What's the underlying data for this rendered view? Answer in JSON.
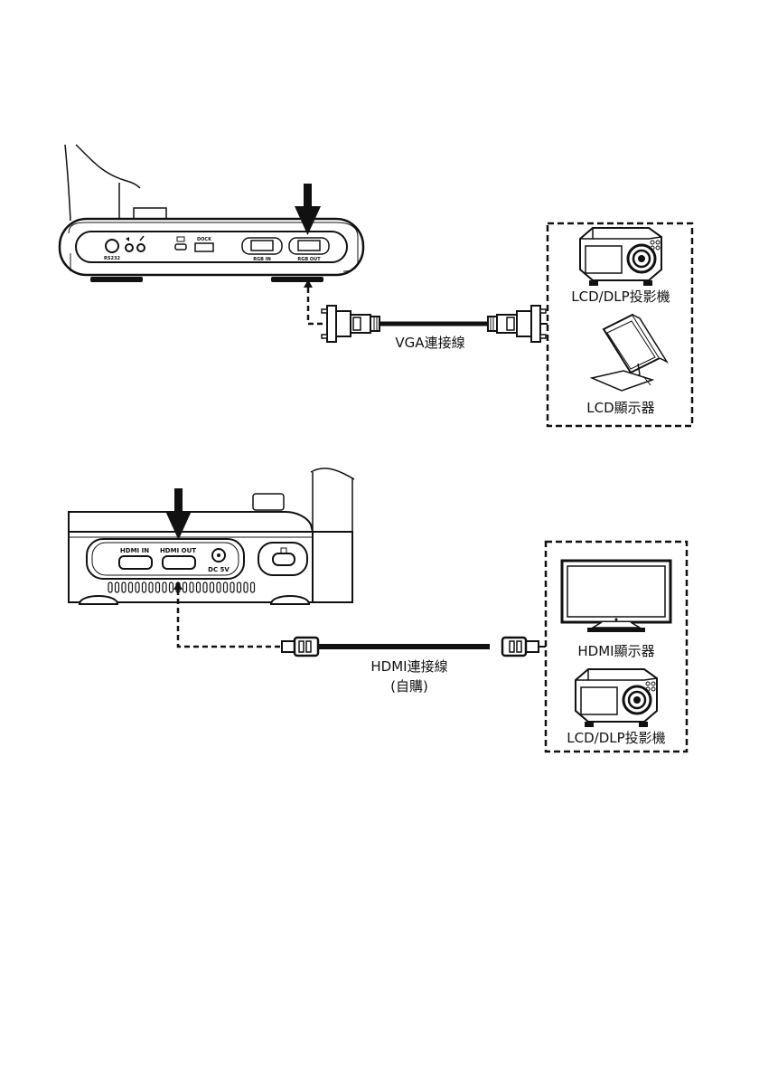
{
  "diagram_1": {
    "device_ports": {
      "rs232": "RS232",
      "dock": "DOCK",
      "rgb_in": "RGB IN",
      "rgb_out": "RGB OUT"
    },
    "cable_label": "VGA連接線",
    "targets": {
      "projector": "LCD/DLP投影機",
      "monitor": "LCD顯示器"
    }
  },
  "diagram_2": {
    "device_ports": {
      "hdmi_in": "HDMI IN",
      "hdmi_out": "HDMI OUT",
      "dc_5v": "DC 5V"
    },
    "cable_label": "HDMI連接線",
    "cable_note": "(自購)",
    "targets": {
      "monitor": "HDMI顯示器",
      "projector": "LCD/DLP投影機"
    }
  },
  "colors": {
    "line": "#111111",
    "background": "#ffffff"
  }
}
